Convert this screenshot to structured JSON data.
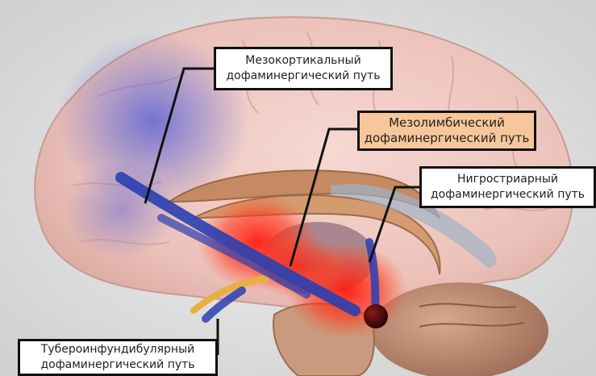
{
  "labels": {
    "mesocortical": {
      "line1": "Мезокортикальный",
      "line2": "дофаминергический путь"
    },
    "mesolimbic": {
      "line1": "Мезолимбический",
      "line2": "дофаминергический путь"
    },
    "nigrostriatal": {
      "line1": "Нигростриарный",
      "line2": "дофаминергический путь"
    },
    "tuberoinfundibular": {
      "line1": "Тубероинфундибулярный",
      "line2": "дофаминергический путь"
    }
  },
  "colors": {
    "pathway_blue": "#2a3fb0",
    "reward_red": "#ff2a1a",
    "highlight_label": "#f7c79b",
    "brain_tissue": "#eec8c0"
  }
}
